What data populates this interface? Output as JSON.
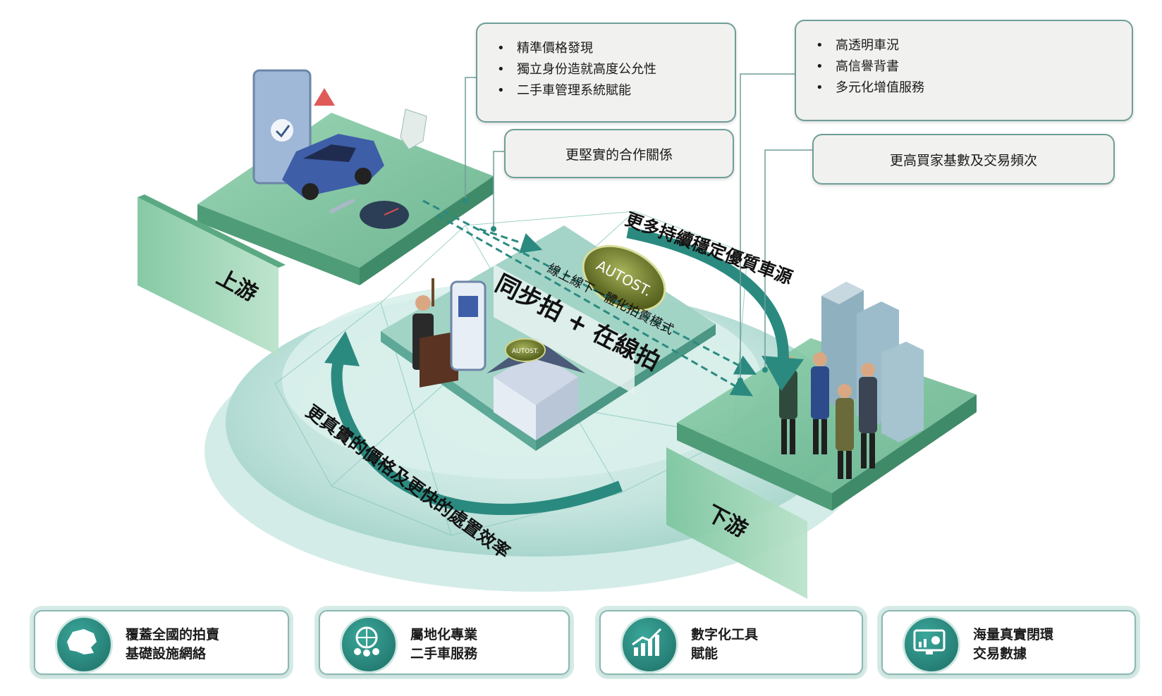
{
  "callouts": {
    "top_left": {
      "bullets": [
        "精準價格發現",
        "獨立身份造就高度公允性",
        "二手車管理系統賦能"
      ]
    },
    "top_right": {
      "bullets": [
        "高透明車況",
        "高信譽背書",
        "多元化增值服務"
      ]
    },
    "middle_left": {
      "text": "更堅實的合作關係"
    },
    "middle_right": {
      "text": "更高買家基數及交易頻次"
    }
  },
  "platforms": {
    "upstream_label": "上游",
    "downstream_label": "下游"
  },
  "center": {
    "logo_text": "AUTOST.",
    "logo_small": "AUTOST.",
    "model_label": "線上線下一體化拍賣模式",
    "sync_label": "同步拍 + 在線拍"
  },
  "arcs": {
    "top_arc": "更多持續穩定優質車源",
    "bottom_arc": "更真實的價格及更快的處置效率"
  },
  "cards": [
    {
      "line1": "覆蓋全國的拍賣",
      "line2": "基礎設施網絡",
      "icon": "china-map-icon"
    },
    {
      "line1": "屬地化專業",
      "line2": "二手車服務",
      "icon": "people-network-icon"
    },
    {
      "line1": "數字化工具",
      "line2": "賦能",
      "icon": "bar-chart-icon"
    },
    {
      "line1": "海量真實閉環",
      "line2": "交易數據",
      "icon": "monitor-chart-icon"
    }
  ],
  "colors": {
    "teal_dark": "#1e6e66",
    "teal_mid": "#3aa79a",
    "platform_green": "#6fbf98",
    "callout_border": "#6f9e98",
    "logo_olive": "#6d7a2a"
  }
}
